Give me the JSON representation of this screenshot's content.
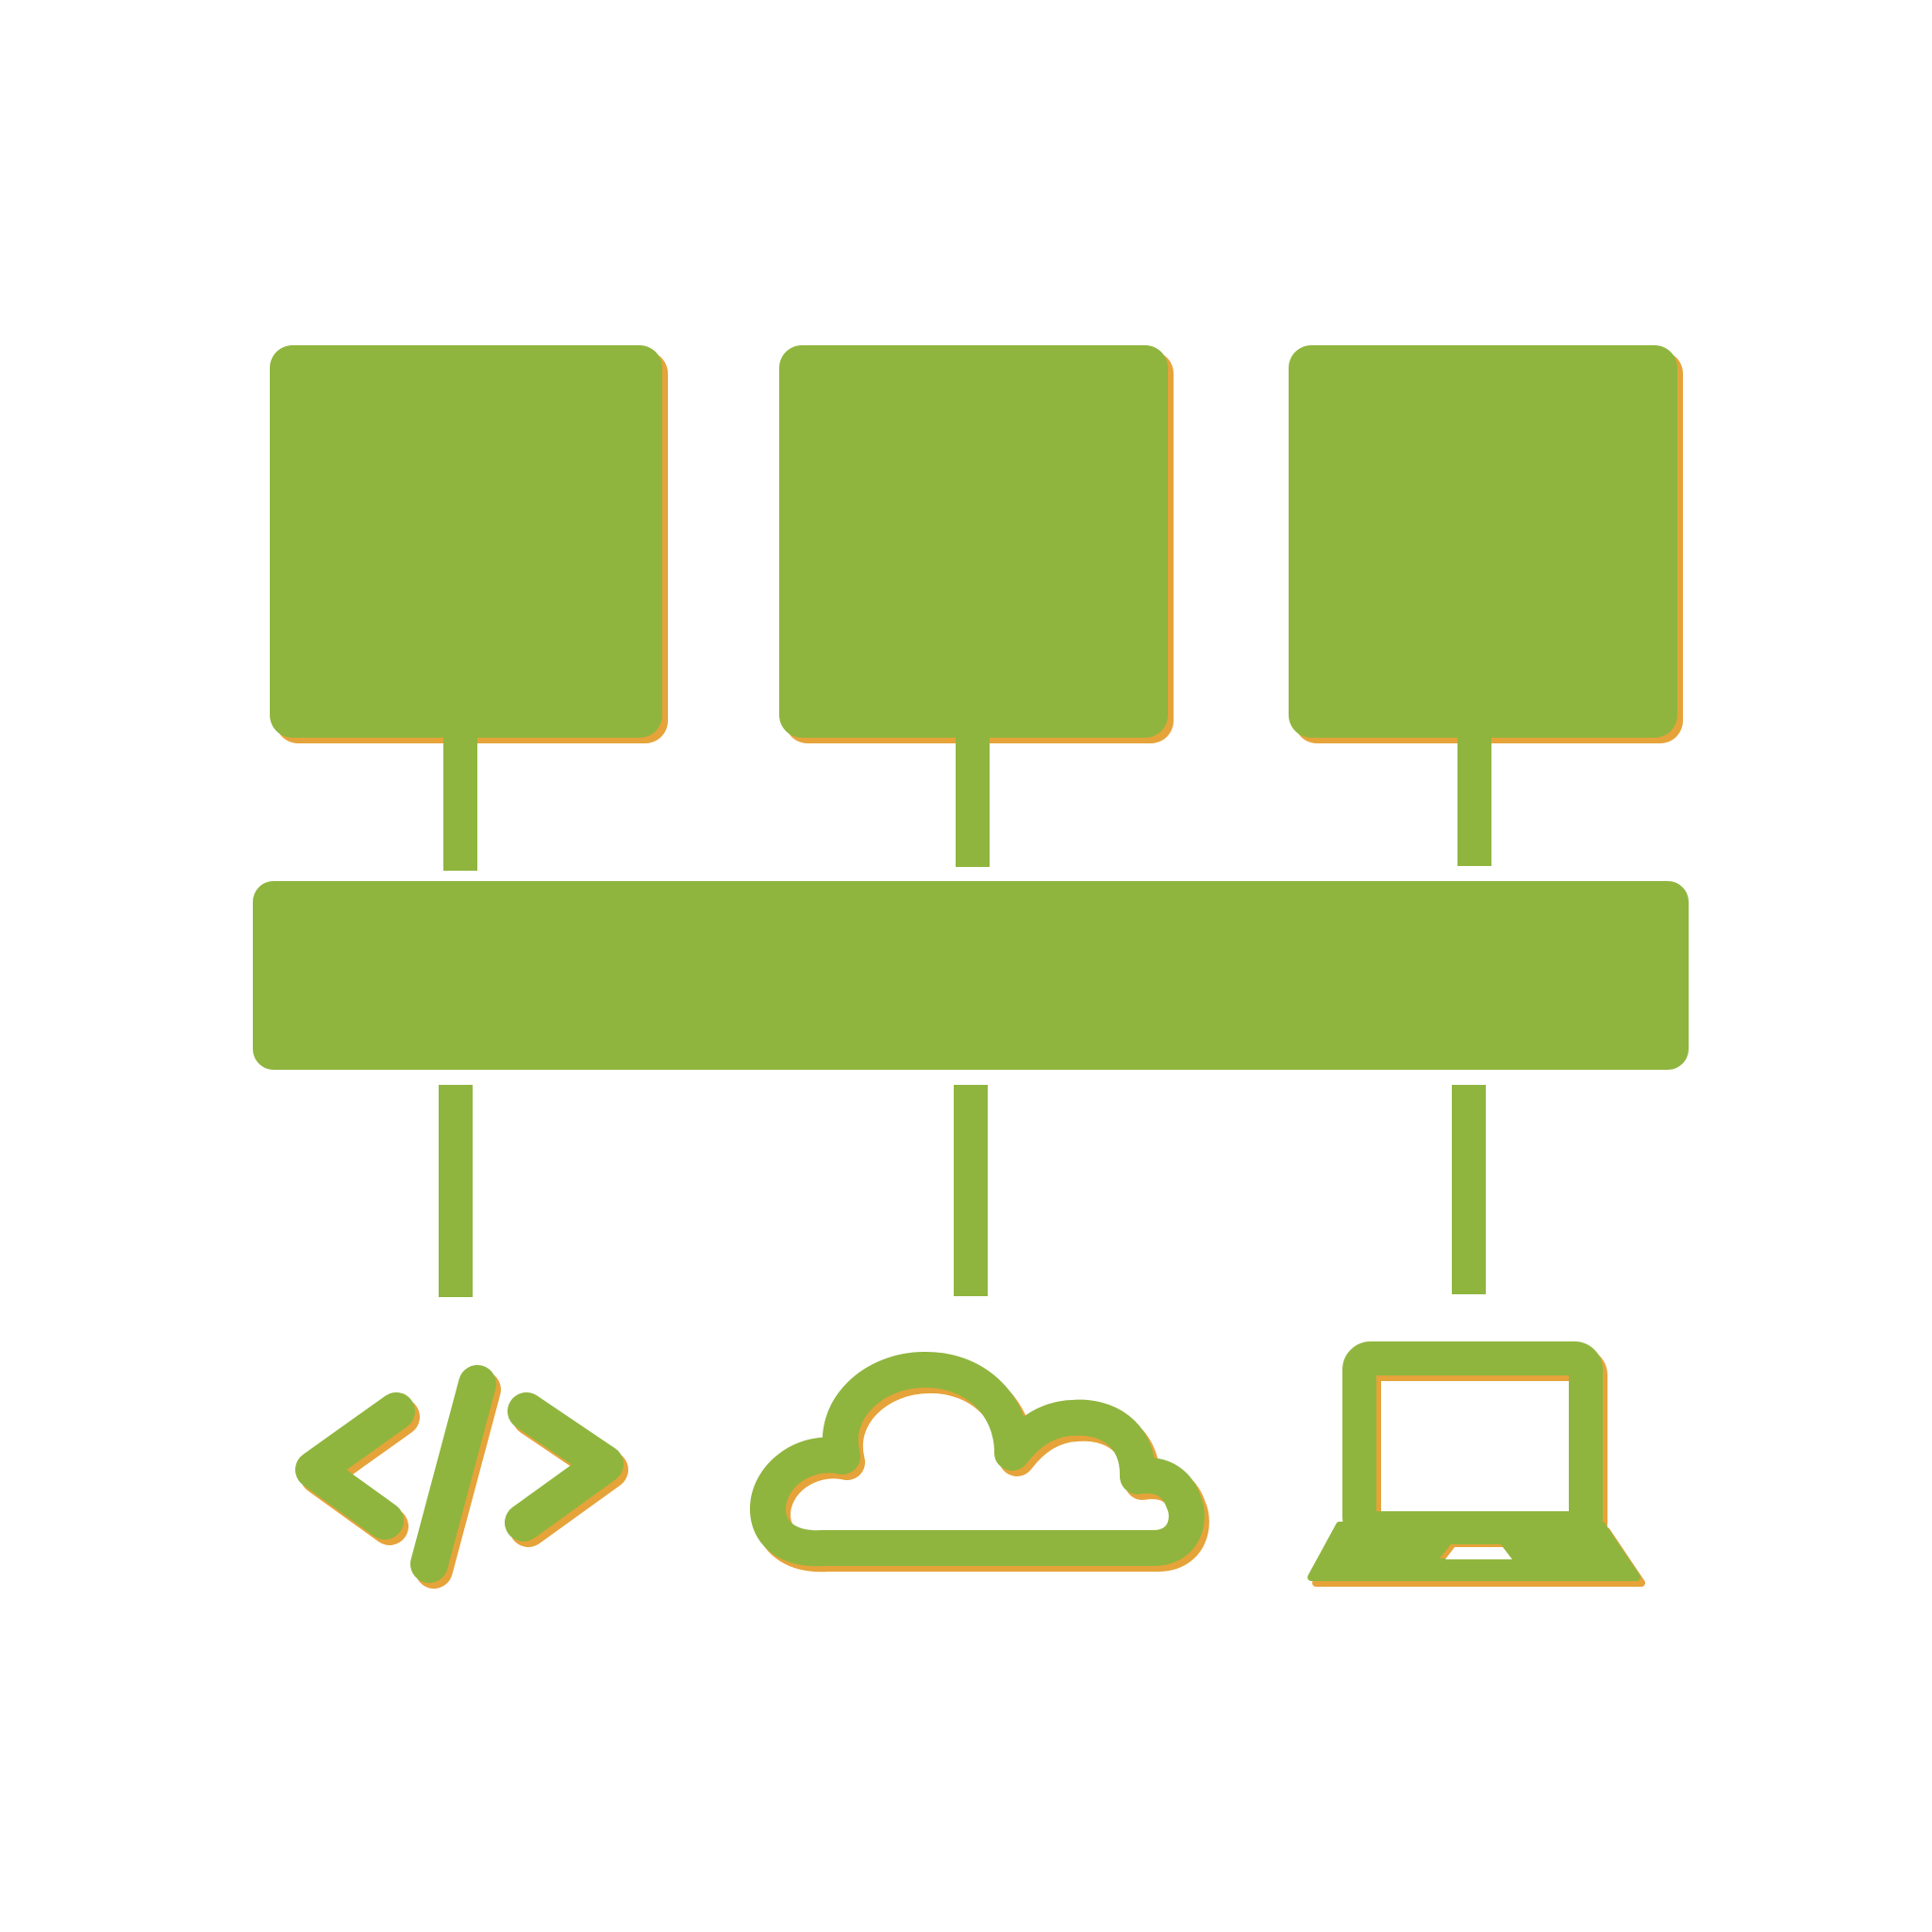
{
  "diagram": {
    "colors": {
      "background": "#ffffff",
      "fill": "#8fb53e",
      "shadow": "#e5a33a"
    },
    "top_blocks": [
      {
        "name": "top-block-left"
      },
      {
        "name": "top-block-center"
      },
      {
        "name": "top-block-right"
      }
    ],
    "middle_bar": {
      "name": "middle-bar"
    },
    "bottom_icons": [
      {
        "name": "code-icon"
      },
      {
        "name": "cloud-icon"
      },
      {
        "name": "laptop-icon"
      }
    ]
  }
}
